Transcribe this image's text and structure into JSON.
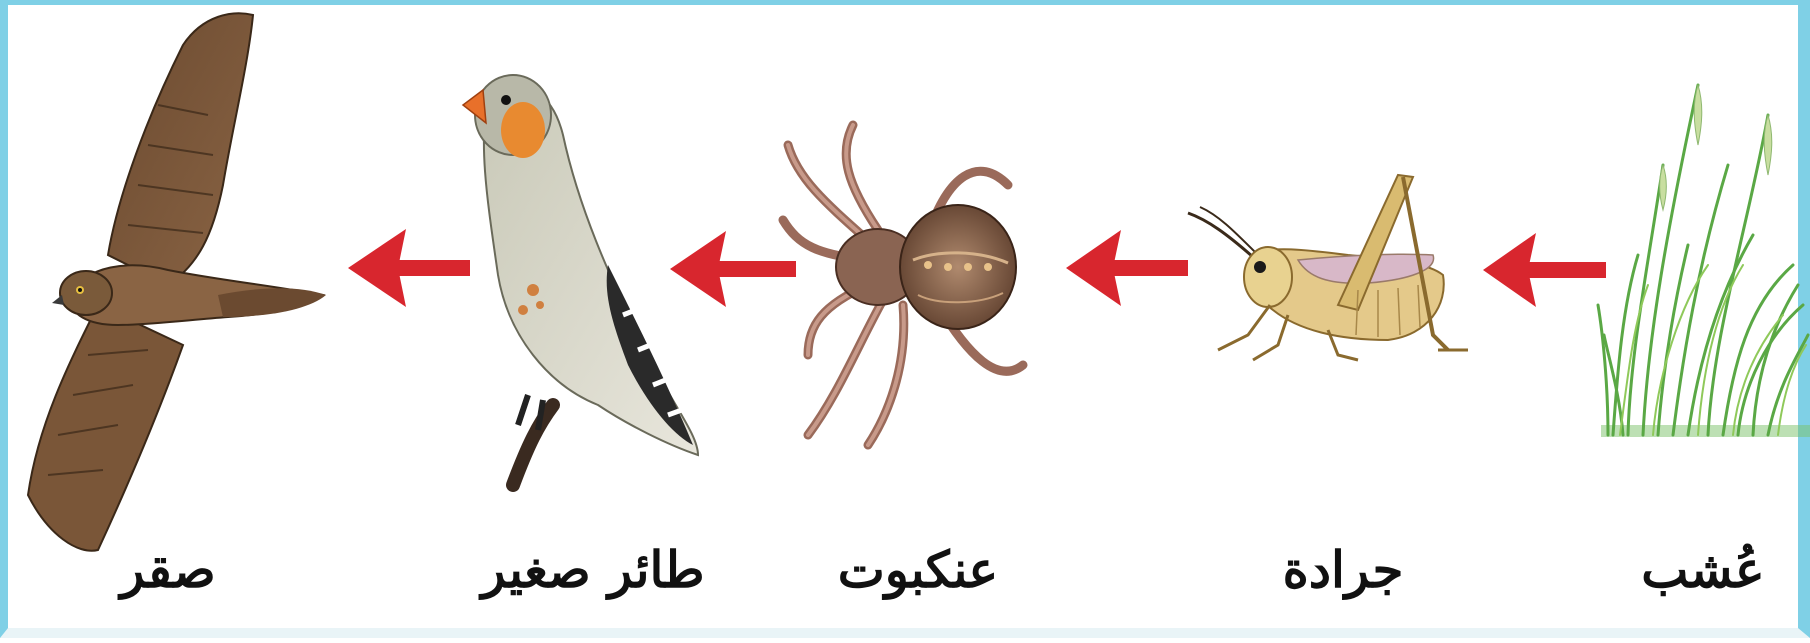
{
  "organisms": [
    {
      "id": "grass",
      "label": "عُشب",
      "icon": "grass-icon"
    },
    {
      "id": "grasshopper",
      "label": "جرادة",
      "icon": "grasshopper-icon"
    },
    {
      "id": "spider",
      "label": "عنكبوت",
      "icon": "spider-icon"
    },
    {
      "id": "small-bird",
      "label": "طائر صغير",
      "icon": "small-bird-icon"
    },
    {
      "id": "hawk",
      "label": "صقر",
      "icon": "hawk-icon"
    }
  ],
  "arrow_color": "#d8262e",
  "frame_color": "#7fd0e6"
}
